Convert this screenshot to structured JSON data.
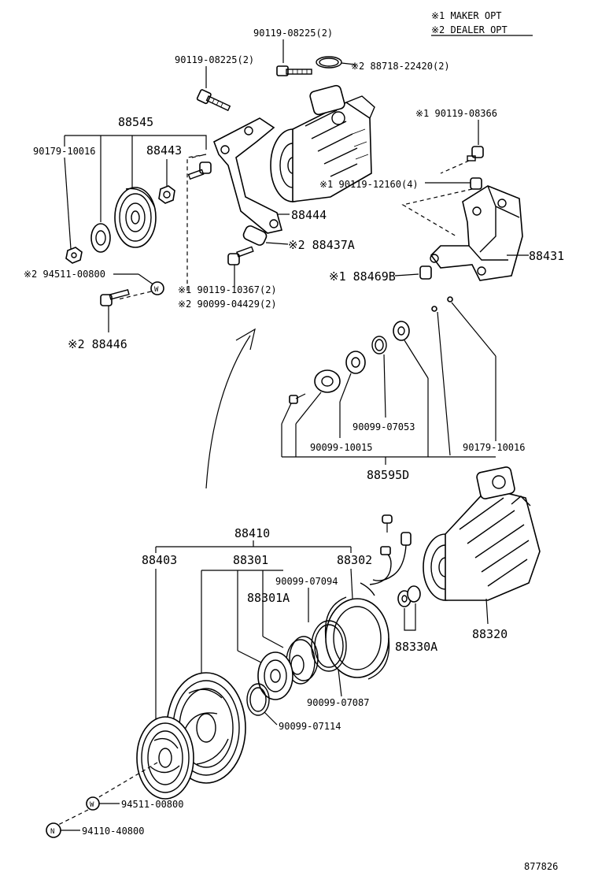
{
  "notes": {
    "note1": "※1 MAKER OPT",
    "note2": "※2 DEALER OPT"
  },
  "labels": {
    "l_90119_08225_top": "90119-08225(2)",
    "l_90119_08225_left": "90119-08225(2)",
    "l_88718": "※2 88718-22420(2)",
    "l_88545": "88545",
    "l_90179_10016_left": "90179-10016",
    "l_88443": "88443",
    "l_90119_08366": "※1 90119-08366",
    "l_90119_12160": "※1 90119-12160(4)",
    "l_88444": "88444",
    "l_88437A": "※2 88437A",
    "l_88431": "88431",
    "l_94511_top": "※2 94511-00800",
    "l_88469B": "※1 88469B",
    "l_90119_10367": "※1  90119-10367(2)",
    "l_90099_04429": "※2  90099-04429(2)",
    "l_88446": "※2  88446",
    "l_90099_07053": "90099-07053",
    "l_90099_10015": "90099-10015",
    "l_90179_10016_right": "90179-10016",
    "l_88595D": "88595D",
    "l_88410": "88410",
    "l_88403": "88403",
    "l_88301": "88301",
    "l_88302": "88302",
    "l_90099_07094": "90099-07094",
    "l_88301A": "88301A",
    "l_88330A": "88330A",
    "l_88320": "88320",
    "l_90099_07087": "90099-07087",
    "l_90099_07114": "90099-07114",
    "l_94511_bottom": "94511-00800",
    "l_94110": "94110-40800",
    "figure_number": "877826"
  },
  "symbols": {
    "washer_mark": "W",
    "nut_mark": "N"
  }
}
